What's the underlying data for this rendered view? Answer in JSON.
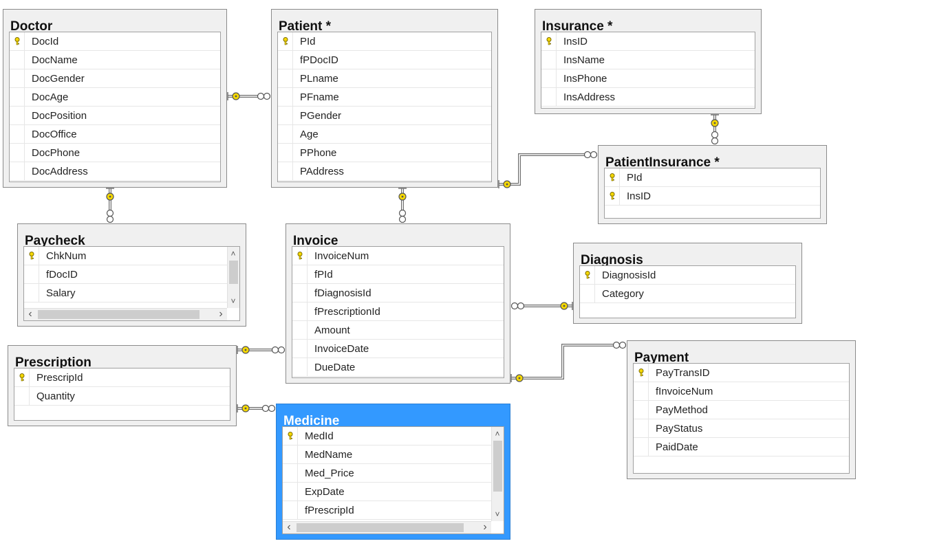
{
  "tables": {
    "doctor": {
      "title": "Doctor",
      "columns": [
        {
          "name": "DocId",
          "pk": true
        },
        {
          "name": "DocName"
        },
        {
          "name": "DocGender"
        },
        {
          "name": "DocAge"
        },
        {
          "name": "DocPosition"
        },
        {
          "name": "DocOffice"
        },
        {
          "name": "DocPhone"
        },
        {
          "name": "DocAddress"
        }
      ]
    },
    "patient": {
      "title": "Patient *",
      "columns": [
        {
          "name": "PId",
          "pk": true
        },
        {
          "name": "fPDocID"
        },
        {
          "name": "PLname"
        },
        {
          "name": "PFname"
        },
        {
          "name": "PGender"
        },
        {
          "name": "Age"
        },
        {
          "name": "PPhone"
        },
        {
          "name": "PAddress"
        }
      ]
    },
    "insurance": {
      "title": "Insurance *",
      "columns": [
        {
          "name": "InsID",
          "pk": true
        },
        {
          "name": "InsName"
        },
        {
          "name": "InsPhone"
        },
        {
          "name": "InsAddress"
        }
      ]
    },
    "patientinsurance": {
      "title": "PatientInsurance *",
      "columns": [
        {
          "name": "PId",
          "pk": true
        },
        {
          "name": "InsID",
          "pk": true
        }
      ]
    },
    "paycheck": {
      "title": "Paycheck",
      "columns": [
        {
          "name": "ChkNum",
          "pk": true
        },
        {
          "name": "fDocID"
        },
        {
          "name": "Salary"
        }
      ]
    },
    "invoice": {
      "title": "Invoice",
      "columns": [
        {
          "name": "InvoiceNum",
          "pk": true
        },
        {
          "name": "fPId"
        },
        {
          "name": "fDiagnosisId"
        },
        {
          "name": "fPrescriptionId"
        },
        {
          "name": "Amount"
        },
        {
          "name": "InvoiceDate"
        },
        {
          "name": "DueDate"
        }
      ]
    },
    "diagnosis": {
      "title": "Diagnosis",
      "columns": [
        {
          "name": "DiagnosisId",
          "pk": true
        },
        {
          "name": "Category"
        }
      ]
    },
    "prescription": {
      "title": "Prescription",
      "columns": [
        {
          "name": "PrescripId",
          "pk": true
        },
        {
          "name": "Quantity"
        }
      ]
    },
    "payment": {
      "title": "Payment",
      "columns": [
        {
          "name": "PayTransID",
          "pk": true
        },
        {
          "name": "fInvoiceNum"
        },
        {
          "name": "PayMethod"
        },
        {
          "name": "PayStatus"
        },
        {
          "name": "PaidDate"
        }
      ]
    },
    "medicine": {
      "title": "Medicine",
      "selected": true,
      "columns": [
        {
          "name": "MedId",
          "pk": true
        },
        {
          "name": "MedName"
        },
        {
          "name": "Med_Price"
        },
        {
          "name": "ExpDate"
        },
        {
          "name": "fPrescripId"
        }
      ]
    }
  },
  "relationships": [
    {
      "from": "doctor",
      "to": "patient"
    },
    {
      "from": "doctor",
      "to": "paycheck"
    },
    {
      "from": "patient",
      "to": "invoice"
    },
    {
      "from": "patient",
      "to": "patientinsurance"
    },
    {
      "from": "insurance",
      "to": "patientinsurance"
    },
    {
      "from": "diagnosis",
      "to": "invoice"
    },
    {
      "from": "prescription",
      "to": "invoice"
    },
    {
      "from": "prescription",
      "to": "medicine"
    },
    {
      "from": "invoice",
      "to": "payment"
    }
  ],
  "colors": {
    "selection": "#3399ff",
    "key": "#f5d800",
    "canvas": "#ffffff"
  }
}
